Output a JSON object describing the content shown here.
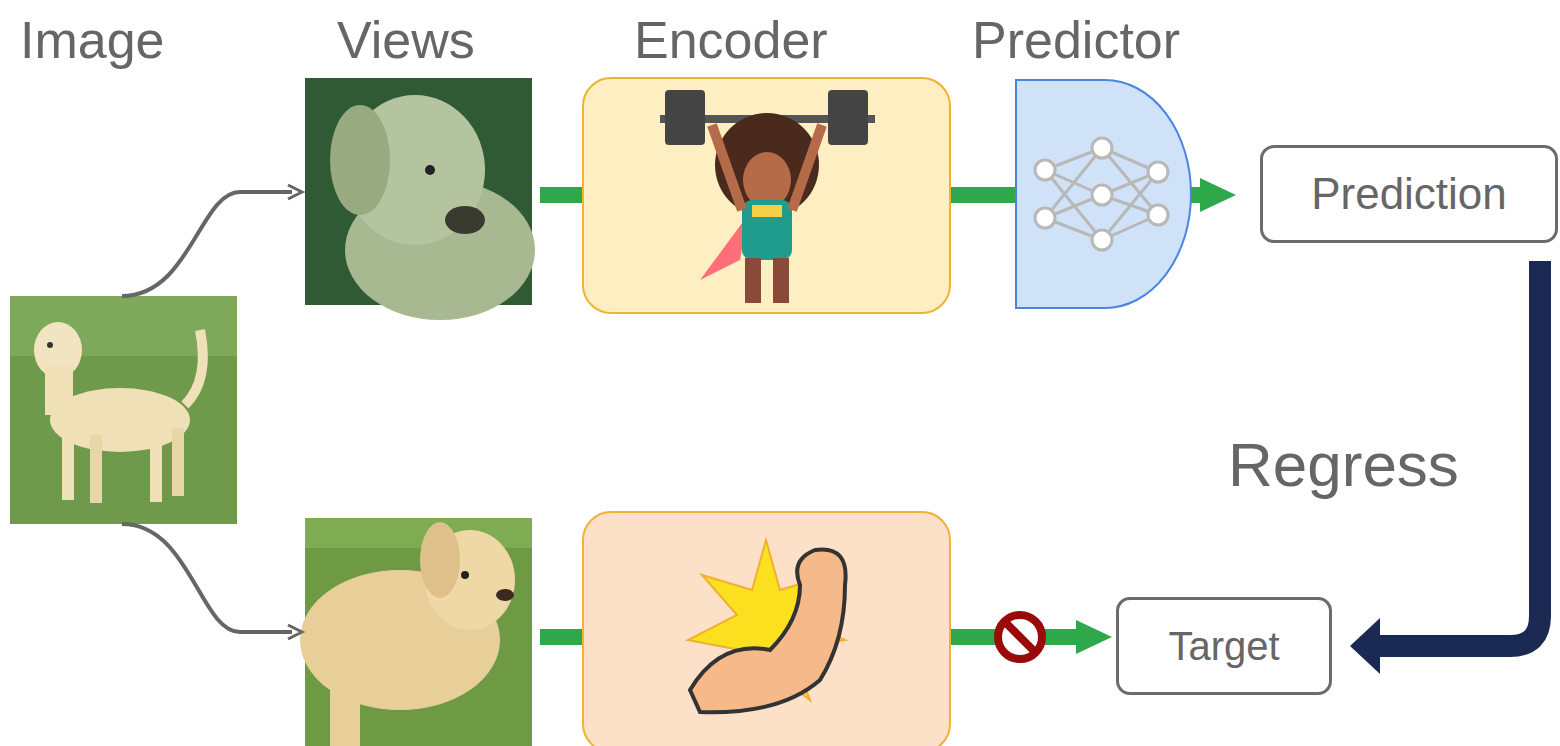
{
  "diagram": {
    "nodes": [
      {
        "text": [
          "Prediction"
        ]
      },
      {
        "text": [
          "Target"
        ]
      }
    ],
    "edges": [
      {
        "from": 0,
        "to": 1,
        "arrow": "to",
        "label": "Regress"
      }
    ],
    "labels": [
      "Image",
      "Views",
      "Encoder",
      "Predictor"
    ]
  }
}
